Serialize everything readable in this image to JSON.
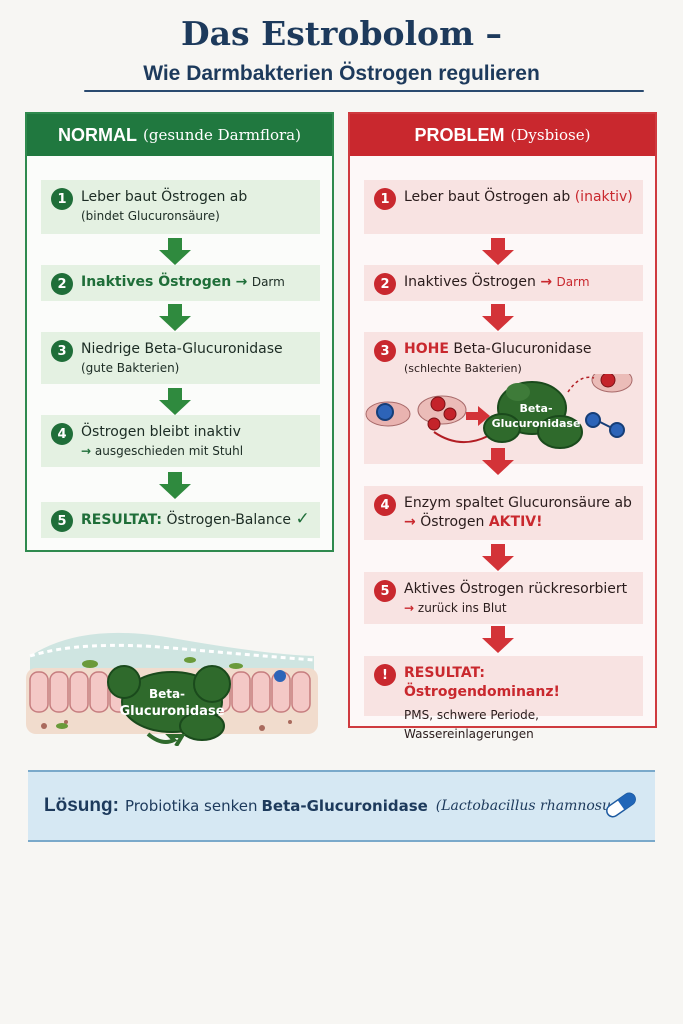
{
  "header": {
    "title": "Das Estrobolom –",
    "subtitle": "Wie Darmbakterien Östrogen regulieren"
  },
  "normal": {
    "title": "NORMAL",
    "subtitle": "(gesunde Darmflora)",
    "steps": [
      {
        "num": "1",
        "line1": "Leber baut Östrogen ab",
        "line2": "(bindet Glucuronsäure)"
      },
      {
        "num": "2",
        "line1": "Inaktives Östrogen",
        "arrow": "→",
        "line1b": "Darm"
      },
      {
        "num": "3",
        "line1": "Niedrige Beta-Glucuronidase",
        "line2": "(gute Bakterien)"
      },
      {
        "num": "4",
        "line1": "Östrogen bleibt inaktiv",
        "arrow": "→",
        "line2": "ausgeschieden mit Stuhl"
      },
      {
        "num": "5",
        "lead": "RESULTAT:",
        "line1": "Östrogen-Balance",
        "check": "✓"
      }
    ]
  },
  "problem": {
    "title": "PROBLEM",
    "subtitle": "(Dysbiose)",
    "steps": [
      {
        "num": "1",
        "line1": "Leber baut Östrogen ab",
        "tag": "(inaktiv)"
      },
      {
        "num": "2",
        "line1": "Inaktives Östrogen",
        "arrow": "→",
        "line1b": "Darm"
      },
      {
        "num": "3",
        "lead": "HOHE",
        "line1": "Beta-Glucuronidase",
        "line2": "(schlechte Bakterien)",
        "enzyme": "Beta-Glucuronidase"
      },
      {
        "num": "4",
        "line1": "Enzym spaltet Glucuronsäure ab",
        "arrow": "→",
        "line2": "Östrogen",
        "active": "AKTIV!"
      },
      {
        "num": "5",
        "line1": "Aktives Östrogen rückresorbiert",
        "arrow": "→",
        "line2": "zurück ins Blut"
      },
      {
        "num": "!",
        "lead": "RESULTAT: Östrogendominanz!",
        "line2": "PMS, schwere Periode, Wassereinlagerungen"
      }
    ]
  },
  "gut_illustration": {
    "enzyme_label": "Beta-Glucuronidase"
  },
  "solution": {
    "lead": "Lösung:",
    "text1": "Probiotika senken",
    "strong": "Beta-Glucuronidase",
    "italic": "(Lactobacillus rhamnosus)"
  },
  "colors": {
    "green": "#1f6e39",
    "red": "#c9282e",
    "navy": "#1d3a5c",
    "light_blue": "#d6e8f3"
  }
}
